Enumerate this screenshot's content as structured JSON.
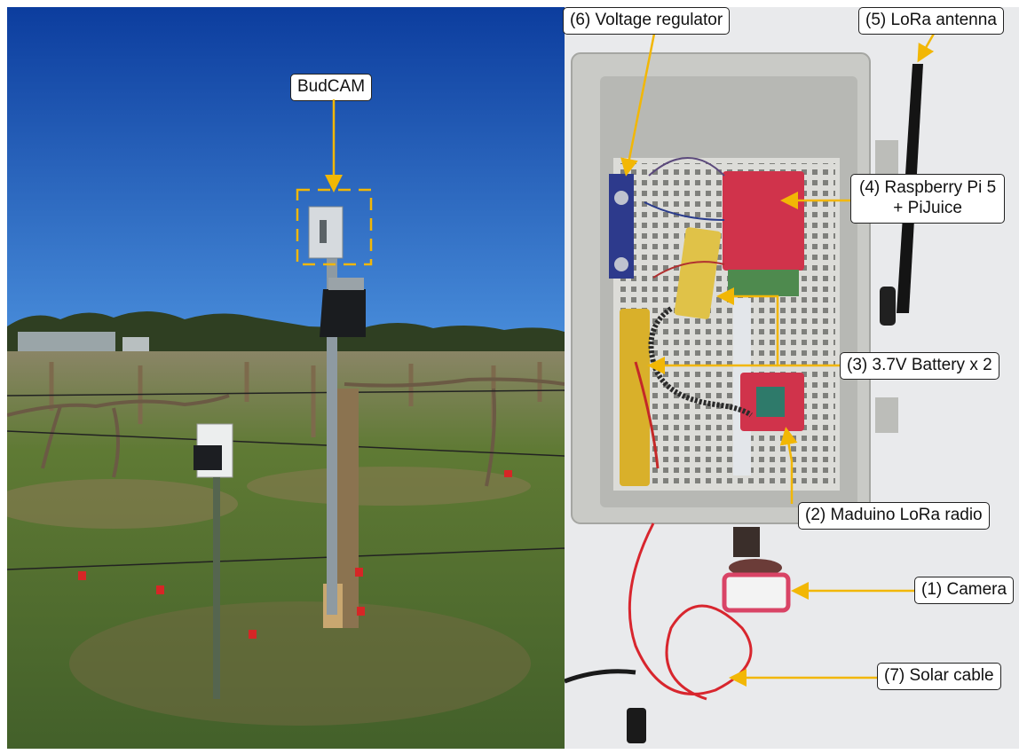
{
  "labels": {
    "budcam": "BudCAM",
    "voltage_regulator": "(6) Voltage regulator",
    "lora_antenna": "(5) LoRa antenna",
    "raspberry_pi_line1": "(4) Raspberry Pi 5",
    "raspberry_pi_line2": "+ PiJuice",
    "battery": "(3) 3.7V Battery x 2",
    "maduino": "(2) Maduino LoRa radio",
    "camera": "(1) Camera",
    "solar_cable": "(7) Solar cable"
  },
  "colors": {
    "annotation": "#f2b705",
    "sky_top": "#0c3d9e",
    "sky_bottom": "#3f86d8",
    "grass": "#4f6e2c",
    "enclosure": "#cfd0cc",
    "pcb_red": "#d0334b",
    "cable_red": "#d8262e"
  }
}
